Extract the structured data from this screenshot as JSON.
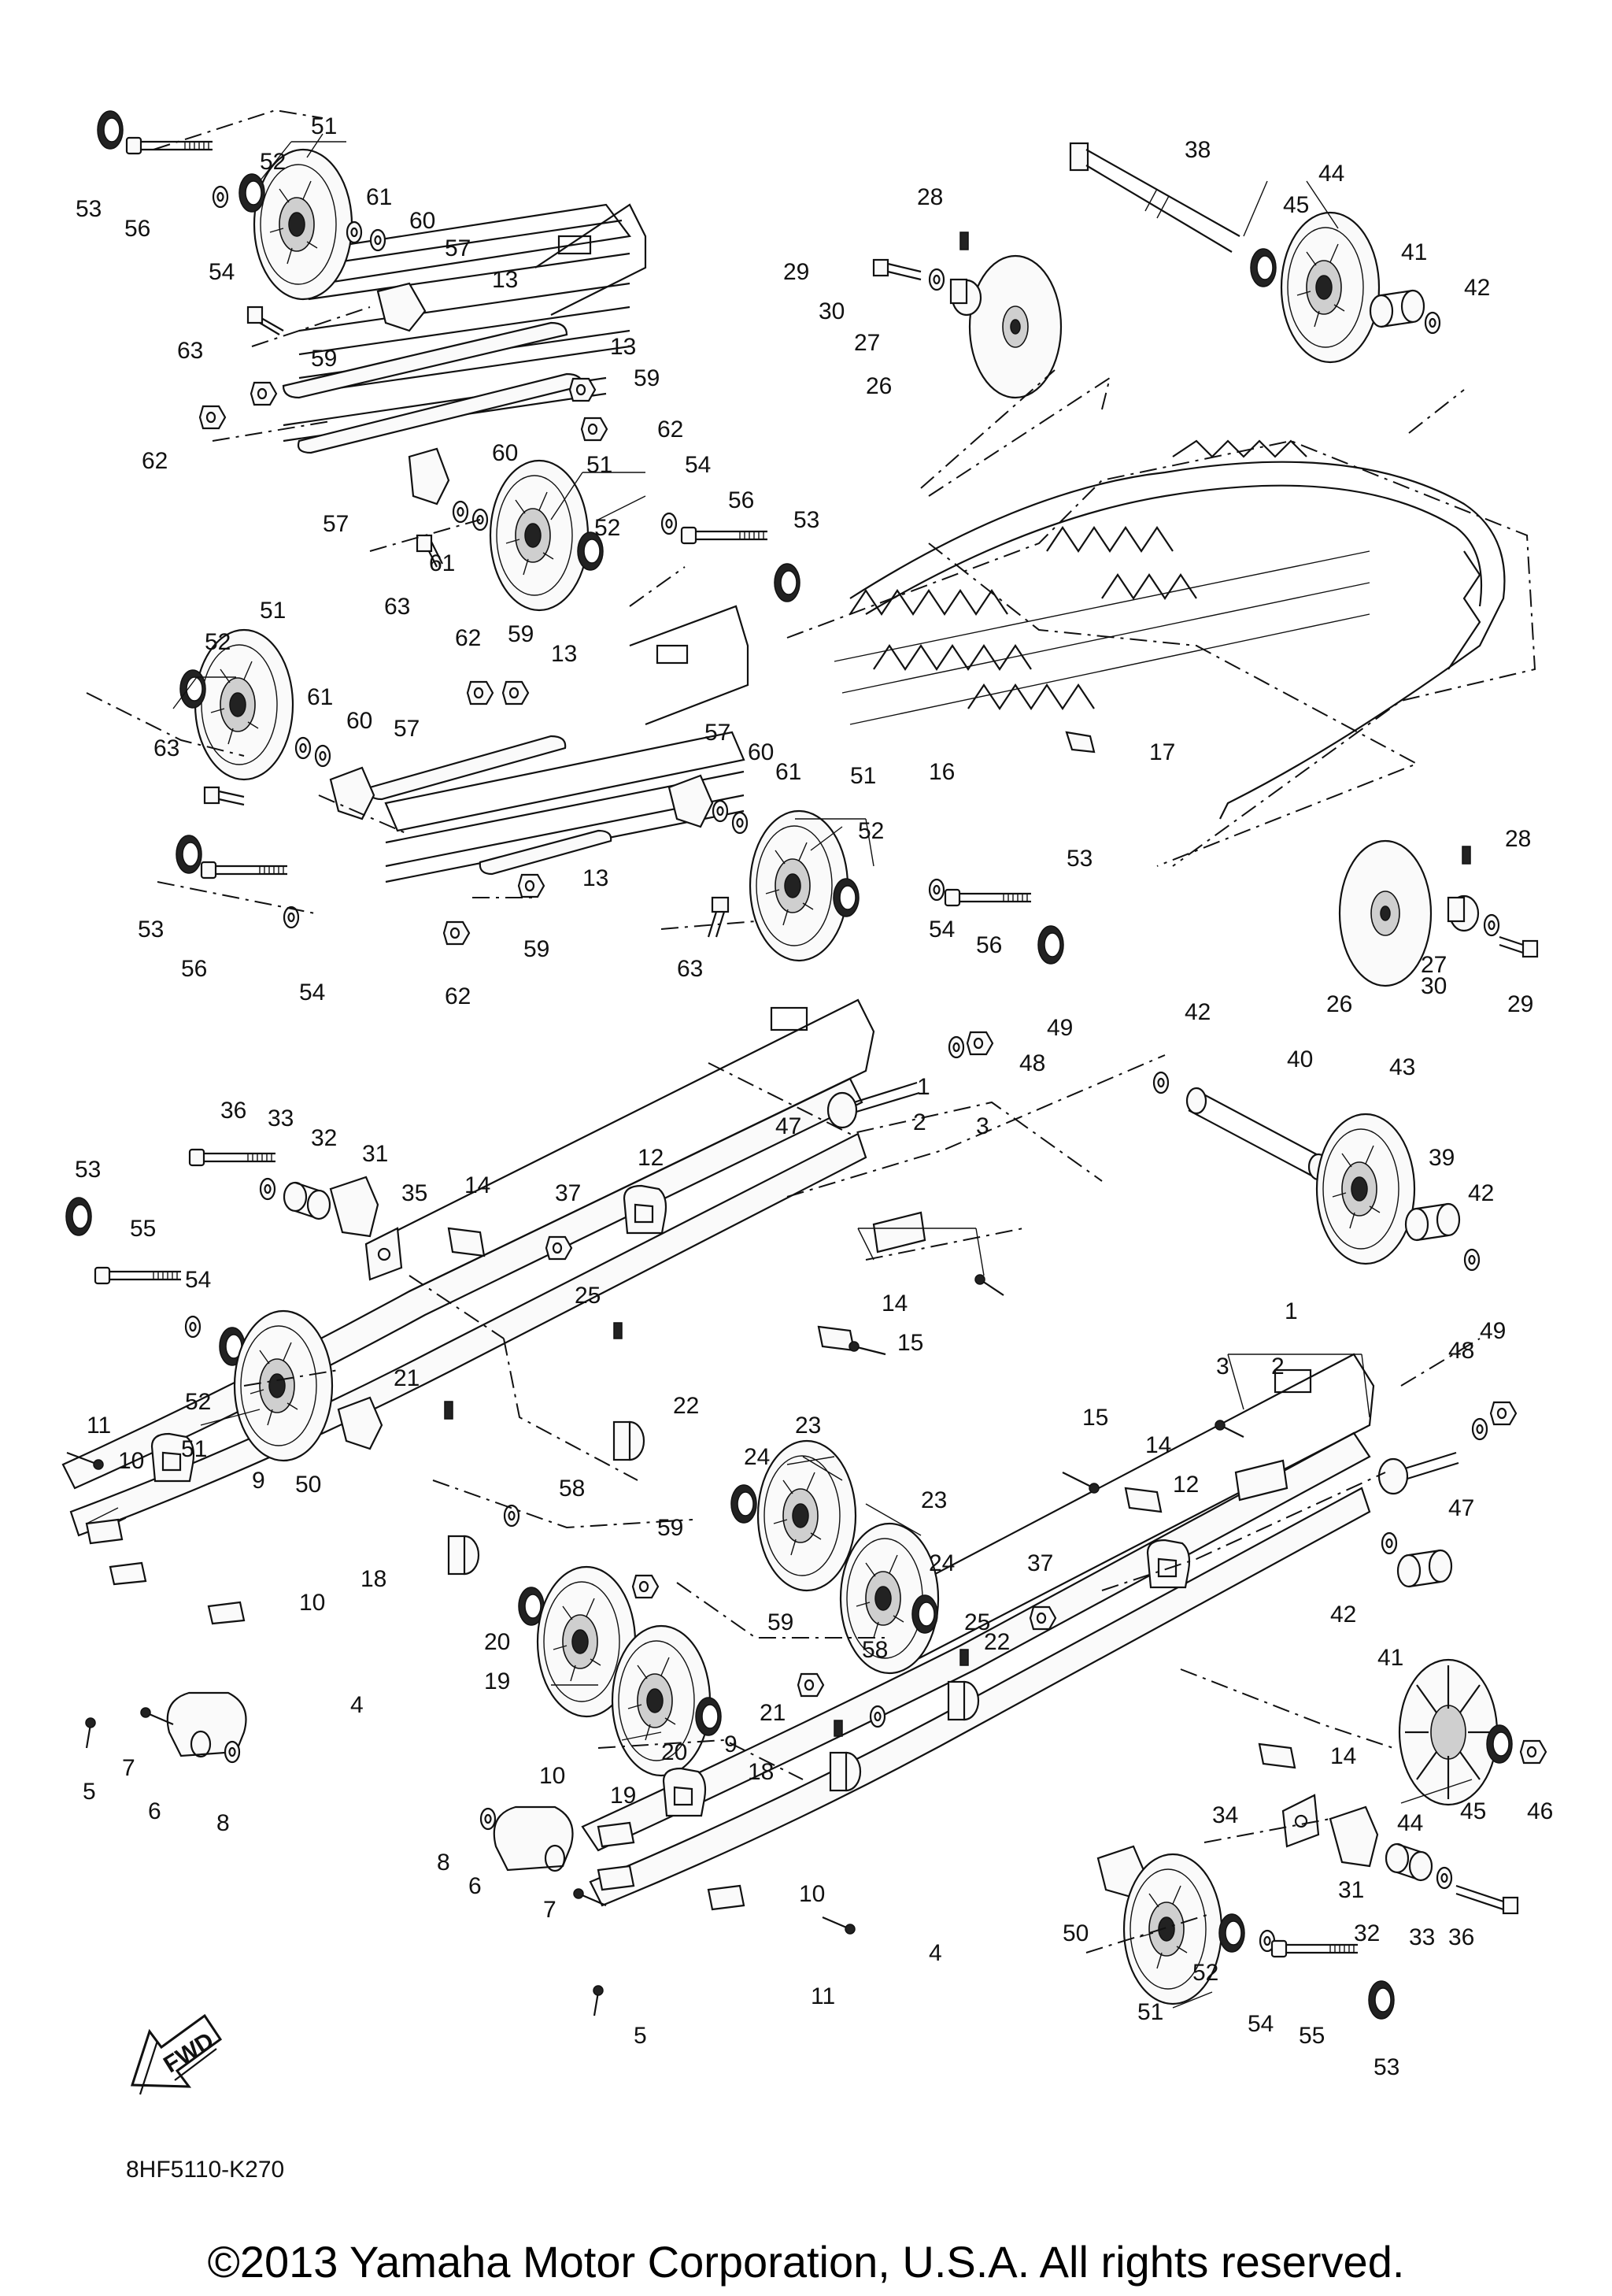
{
  "diagram_code": "8HF5110-K270",
  "copyright": "©2013 Yamaha Motor Corporation, U.S.A. All rights reserved.",
  "fwd_label": "FWD",
  "callouts": [
    {
      "id": "c1",
      "text": "53"
    },
    {
      "id": "c2",
      "text": "56"
    },
    {
      "id": "c3",
      "text": "54"
    },
    {
      "id": "c4",
      "text": "52"
    },
    {
      "id": "c5",
      "text": "51"
    },
    {
      "id": "c6",
      "text": "61"
    },
    {
      "id": "c7",
      "text": "60"
    },
    {
      "id": "c8",
      "text": "57"
    },
    {
      "id": "c9",
      "text": "13"
    },
    {
      "id": "c10",
      "text": "63"
    },
    {
      "id": "c11",
      "text": "59"
    },
    {
      "id": "c12",
      "text": "13"
    },
    {
      "id": "c13",
      "text": "59"
    },
    {
      "id": "c14",
      "text": "62"
    },
    {
      "id": "c15",
      "text": "62"
    },
    {
      "id": "c16",
      "text": "60"
    },
    {
      "id": "c17",
      "text": "57"
    },
    {
      "id": "c18",
      "text": "61"
    },
    {
      "id": "c19",
      "text": "51"
    },
    {
      "id": "c20",
      "text": "52"
    },
    {
      "id": "c21",
      "text": "54"
    },
    {
      "id": "c22",
      "text": "56"
    },
    {
      "id": "c23",
      "text": "53"
    },
    {
      "id": "c24",
      "text": "63"
    },
    {
      "id": "c25",
      "text": "38"
    },
    {
      "id": "c26",
      "text": "44"
    },
    {
      "id": "c27",
      "text": "45"
    },
    {
      "id": "c28",
      "text": "41"
    },
    {
      "id": "c29",
      "text": "42"
    },
    {
      "id": "c30",
      "text": "28"
    },
    {
      "id": "c31",
      "text": "29"
    },
    {
      "id": "c32",
      "text": "30"
    },
    {
      "id": "c33",
      "text": "27"
    },
    {
      "id": "c34",
      "text": "26"
    },
    {
      "id": "c35",
      "text": "51"
    },
    {
      "id": "c36",
      "text": "52"
    },
    {
      "id": "c37",
      "text": "61"
    },
    {
      "id": "c38",
      "text": "60"
    },
    {
      "id": "c39",
      "text": "57"
    },
    {
      "id": "c40",
      "text": "62"
    },
    {
      "id": "c41",
      "text": "59"
    },
    {
      "id": "c42",
      "text": "13"
    },
    {
      "id": "c43",
      "text": "63"
    },
    {
      "id": "c44",
      "text": "57"
    },
    {
      "id": "c45",
      "text": "60"
    },
    {
      "id": "c46",
      "text": "61"
    },
    {
      "id": "c47",
      "text": "51"
    },
    {
      "id": "c48",
      "text": "52"
    },
    {
      "id": "c49",
      "text": "13"
    },
    {
      "id": "c50",
      "text": "16"
    },
    {
      "id": "c51",
      "text": "17"
    },
    {
      "id": "c52",
      "text": "53"
    },
    {
      "id": "c53",
      "text": "56"
    },
    {
      "id": "c54",
      "text": "54"
    },
    {
      "id": "c55",
      "text": "62"
    },
    {
      "id": "c56",
      "text": "59"
    },
    {
      "id": "c57",
      "text": "63"
    },
    {
      "id": "c58",
      "text": "54"
    },
    {
      "id": "c59",
      "text": "56"
    },
    {
      "id": "c60",
      "text": "53"
    },
    {
      "id": "c61",
      "text": "28"
    },
    {
      "id": "c62",
      "text": "26"
    },
    {
      "id": "c63",
      "text": "27"
    },
    {
      "id": "c64",
      "text": "30"
    },
    {
      "id": "c65",
      "text": "29"
    },
    {
      "id": "c66",
      "text": "49"
    },
    {
      "id": "c67",
      "text": "48"
    },
    {
      "id": "c68",
      "text": "42"
    },
    {
      "id": "c69",
      "text": "40"
    },
    {
      "id": "c70",
      "text": "43"
    },
    {
      "id": "c71",
      "text": "47"
    },
    {
      "id": "c72",
      "text": "1"
    },
    {
      "id": "c73",
      "text": "2"
    },
    {
      "id": "c74",
      "text": "3"
    },
    {
      "id": "c75",
      "text": "39"
    },
    {
      "id": "c76",
      "text": "42"
    },
    {
      "id": "c77",
      "text": "53"
    },
    {
      "id": "c78",
      "text": "36"
    },
    {
      "id": "c79",
      "text": "33"
    },
    {
      "id": "c80",
      "text": "32"
    },
    {
      "id": "c81",
      "text": "31"
    },
    {
      "id": "c82",
      "text": "35"
    },
    {
      "id": "c83",
      "text": "14"
    },
    {
      "id": "c84",
      "text": "37"
    },
    {
      "id": "c85",
      "text": "12"
    },
    {
      "id": "c86",
      "text": "55"
    },
    {
      "id": "c87",
      "text": "54"
    },
    {
      "id": "c88",
      "text": "25"
    },
    {
      "id": "c89",
      "text": "14"
    },
    {
      "id": "c90",
      "text": "15"
    },
    {
      "id": "c91",
      "text": "52"
    },
    {
      "id": "c92",
      "text": "51"
    },
    {
      "id": "c93",
      "text": "21"
    },
    {
      "id": "c94",
      "text": "22"
    },
    {
      "id": "c95",
      "text": "23"
    },
    {
      "id": "c96",
      "text": "24"
    },
    {
      "id": "c97",
      "text": "11"
    },
    {
      "id": "c98",
      "text": "10"
    },
    {
      "id": "c99",
      "text": "50"
    },
    {
      "id": "c100",
      "text": "9"
    },
    {
      "id": "c101",
      "text": "58"
    },
    {
      "id": "c102",
      "text": "59"
    },
    {
      "id": "c103",
      "text": "18"
    },
    {
      "id": "c104",
      "text": "10"
    },
    {
      "id": "c105",
      "text": "20"
    },
    {
      "id": "c106",
      "text": "19"
    },
    {
      "id": "c107",
      "text": "23"
    },
    {
      "id": "c108",
      "text": "24"
    },
    {
      "id": "c109",
      "text": "4"
    },
    {
      "id": "c110",
      "text": "7"
    },
    {
      "id": "c111",
      "text": "5"
    },
    {
      "id": "c112",
      "text": "6"
    },
    {
      "id": "c113",
      "text": "8"
    },
    {
      "id": "c114",
      "text": "1"
    },
    {
      "id": "c115",
      "text": "3"
    },
    {
      "id": "c116",
      "text": "2"
    },
    {
      "id": "c117",
      "text": "49"
    },
    {
      "id": "c118",
      "text": "48"
    },
    {
      "id": "c119",
      "text": "15"
    },
    {
      "id": "c120",
      "text": "14"
    },
    {
      "id": "c121",
      "text": "12"
    },
    {
      "id": "c122",
      "text": "47"
    },
    {
      "id": "c123",
      "text": "37"
    },
    {
      "id": "c124",
      "text": "42"
    },
    {
      "id": "c125",
      "text": "41"
    },
    {
      "id": "c126",
      "text": "59"
    },
    {
      "id": "c127",
      "text": "25"
    },
    {
      "id": "c128",
      "text": "58"
    },
    {
      "id": "c129",
      "text": "22"
    },
    {
      "id": "c130",
      "text": "21"
    },
    {
      "id": "c131",
      "text": "20"
    },
    {
      "id": "c132",
      "text": "19"
    },
    {
      "id": "c133",
      "text": "9"
    },
    {
      "id": "c134",
      "text": "18"
    },
    {
      "id": "c135",
      "text": "14"
    },
    {
      "id": "c136",
      "text": "10"
    },
    {
      "id": "c137",
      "text": "45"
    },
    {
      "id": "c138",
      "text": "46"
    },
    {
      "id": "c139",
      "text": "34"
    },
    {
      "id": "c140",
      "text": "44"
    },
    {
      "id": "c141",
      "text": "8"
    },
    {
      "id": "c142",
      "text": "6"
    },
    {
      "id": "c143",
      "text": "7"
    },
    {
      "id": "c144",
      "text": "10"
    },
    {
      "id": "c145",
      "text": "31"
    },
    {
      "id": "c146",
      "text": "32"
    },
    {
      "id": "c147",
      "text": "33"
    },
    {
      "id": "c148",
      "text": "36"
    },
    {
      "id": "c149",
      "text": "50"
    },
    {
      "id": "c150",
      "text": "4"
    },
    {
      "id": "c151",
      "text": "52"
    },
    {
      "id": "c152",
      "text": "11"
    },
    {
      "id": "c153",
      "text": "5"
    },
    {
      "id": "c154",
      "text": "51"
    },
    {
      "id": "c155",
      "text": "54"
    },
    {
      "id": "c156",
      "text": "55"
    },
    {
      "id": "c157",
      "text": "53"
    }
  ]
}
